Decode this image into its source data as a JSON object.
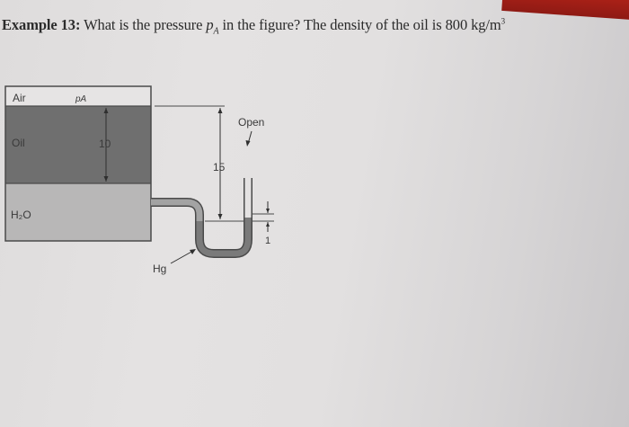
{
  "question": {
    "label": "Example 13:",
    "text_before_var": " What is the pressure ",
    "var_main": "p",
    "var_sub": "A",
    "text_after_var": " in the figure? The density of the oil is 800 kg/m",
    "exponent": "3"
  },
  "figure": {
    "layers": {
      "air": "Air",
      "pressure_label": "pA",
      "oil": "Oil",
      "water": "H₂O"
    },
    "dimensions": {
      "oil_height": "10",
      "tube_drop": "15",
      "mercury_diff": "1"
    },
    "labels": {
      "open": "Open",
      "mercury": "Hg"
    },
    "colors": {
      "air": "#e6e4e4",
      "oil": "#6f6f6f",
      "water": "#b8b7b7",
      "mercury": "#7a7a7a",
      "pipe": "#a3a3a3",
      "outline": "#4a4a4a"
    }
  }
}
